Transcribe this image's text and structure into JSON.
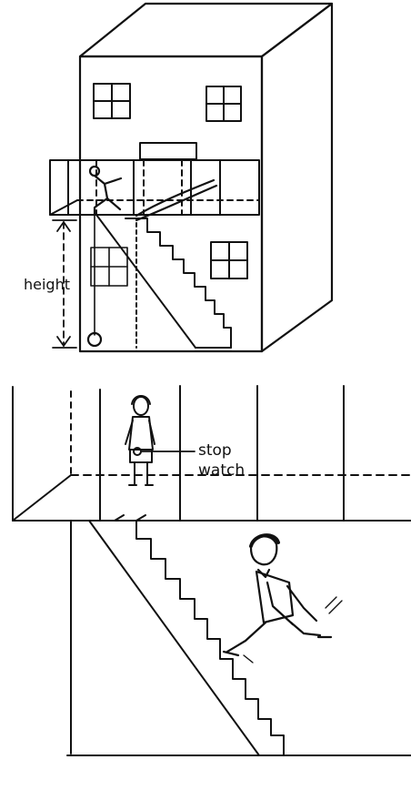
{
  "labels": {
    "height": "height",
    "stop": "stop",
    "watch": "watch"
  },
  "colors": {
    "ink": "#111111",
    "background": "#ffffff"
  }
}
